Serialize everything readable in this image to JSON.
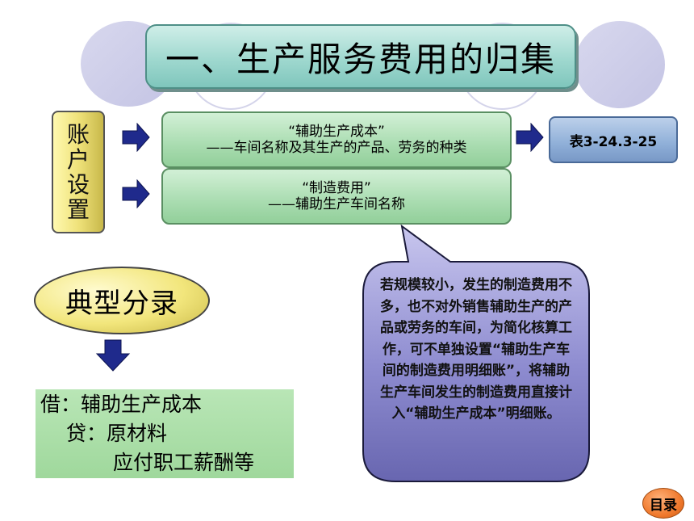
{
  "title": "一、生产服务费用的归集",
  "account_setup": {
    "chars": [
      "账",
      "户",
      "设",
      "置"
    ]
  },
  "accounts": [
    {
      "line1": "“辅助生产成本”",
      "line2": "——车间名称及其生产的产品、劳务的种类"
    },
    {
      "line1": "“制造费用”",
      "line2": "——辅助生产车间名称"
    }
  ],
  "table_ref": "表3-24.3-25",
  "typical_entry": "典型分录",
  "journal": {
    "debit": "借：辅助生产成本",
    "credit": "贷：原材料",
    "credit2": "应付职工薪酬等"
  },
  "callout": "若规模较小，发生的制造费用不多，也不对外销售辅助生产的产品或劳务的车间，为简化核算工作，可不单独设置“辅助生产车间的制造费用明细账”，将辅助生产车间发生的制造费用直接计入“辅助生产成本”明细账。",
  "toc_button": "目录",
  "colors": {
    "arrow_fill": "#1f2a8c",
    "callout_fill": "#7a78c0",
    "title_fill": "#9fd8cf"
  }
}
